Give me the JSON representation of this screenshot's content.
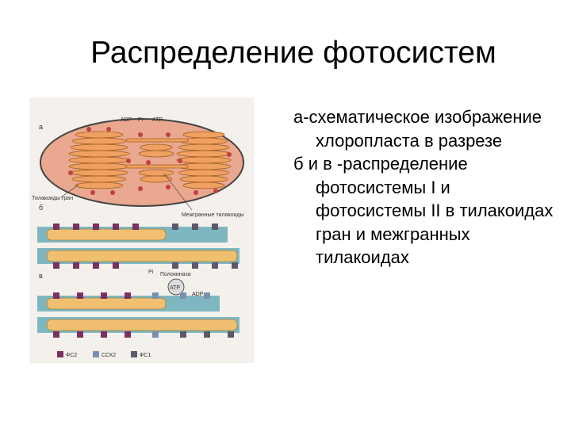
{
  "slide": {
    "title": "Распределение фотосистем"
  },
  "text_block": {
    "item_a": "а-схематическое изображение хлоропласта в разрезе",
    "item_b": "б и в -распределение фотосистемы I и фотосистемы II в тилакоидах гран и межгранных тилакоидах"
  },
  "figure": {
    "panel_a_label": "а",
    "panel_b_label": "б",
    "panel_v_label": "в",
    "adp_label": "АDP",
    "pi_label": "Pi",
    "atp_label": "АТР",
    "grana_label": "Тилакоиды гран",
    "intergrana_label": "Межгранные тилакоиды",
    "kinase_label": "Полокиназа",
    "atp_circle_label": "АТР",
    "adp_label2": "АDP",
    "pi_small": "Pi",
    "legend": {
      "fs2": "ФС2",
      "ssk2": "ССК2",
      "fs1": "ФС1"
    },
    "colors": {
      "stroma": "#e9a88f",
      "thylakoid": "#f0c070",
      "border": "#7fb7c0",
      "fs2": "#7a3060",
      "ssk2": "#7a8fb0",
      "fs1": "#5a5a6a",
      "atp_particle": "#c24040"
    }
  }
}
